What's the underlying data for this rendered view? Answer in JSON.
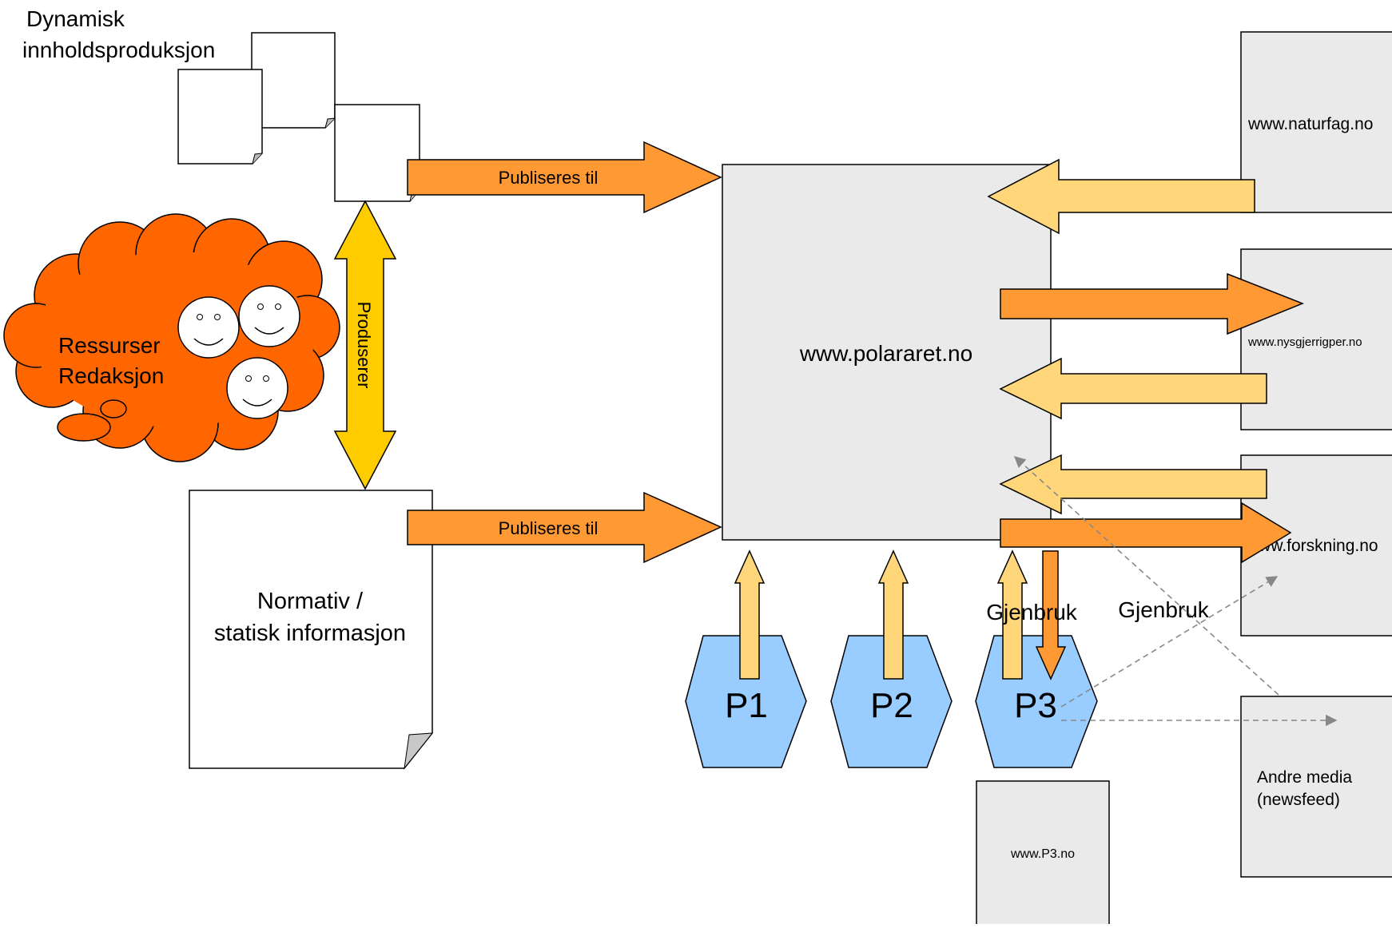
{
  "dynamic_label": [
    "Dynamisk",
    "innholdsproduksjon"
  ],
  "publish_label_top": "Publiseres til",
  "publish_label_bottom": "Publiseres til",
  "produces_label": "Produserer",
  "resources_label": [
    "Ressurser",
    "Redaksjon"
  ],
  "normative_label": [
    "Normativ /",
    "statisk informasjon"
  ],
  "center_site": "www.polararet.no",
  "sites": {
    "naturfag": "www.naturfag.no",
    "nysgjerrigper": "www.nysgjerrigper.no",
    "forskning": "www.forskning.no",
    "andre_media": [
      "Andre media",
      "(newsfeed)"
    ],
    "p3": "www.P3.no"
  },
  "partners": [
    "P1",
    "P2",
    "P3"
  ],
  "reuse_labels": [
    "Gjenbruk",
    "Gjenbruk"
  ],
  "colors": {
    "orange_arrow": "#FF9933",
    "light_arrow": "#FFD77A",
    "yellow_arrow": "#FFCC00",
    "cloud": "#FF6600",
    "hexagon": "#99CCFF",
    "site_box": "#EAEAEA",
    "dashed": "#888888"
  }
}
